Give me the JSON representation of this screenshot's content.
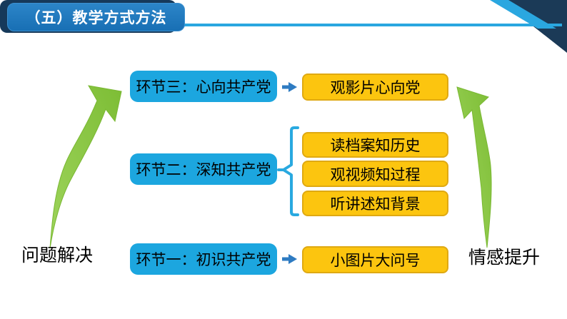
{
  "title": "（五）教学方式方法",
  "flow": {
    "rows": [
      {
        "step": "环节三：心向共产党",
        "outputs": [
          "观影片心向党"
        ]
      },
      {
        "step": "环节二：深知共产党",
        "outputs": [
          "读档案知历史",
          "观视频知过程",
          "听讲述知背景"
        ]
      },
      {
        "step": "环节一：初识共产党",
        "outputs": [
          "小图片大问号"
        ]
      }
    ]
  },
  "labels": {
    "left": "问题解决",
    "right": "情感提升"
  },
  "colors": {
    "banner_blue": "#1e78bd",
    "banner_navy": "#16395a",
    "accent_light_blue": "#2aa7e0",
    "step_cyan": "#1ca6df",
    "output_yellow": "#fcc50f",
    "output_yellow_border": "#dfa912",
    "swoosh_green": "#8cc63e",
    "flow_arrow_blue": "#2e7bc2",
    "text_black": "#000000",
    "title_white": "#ffffff"
  }
}
